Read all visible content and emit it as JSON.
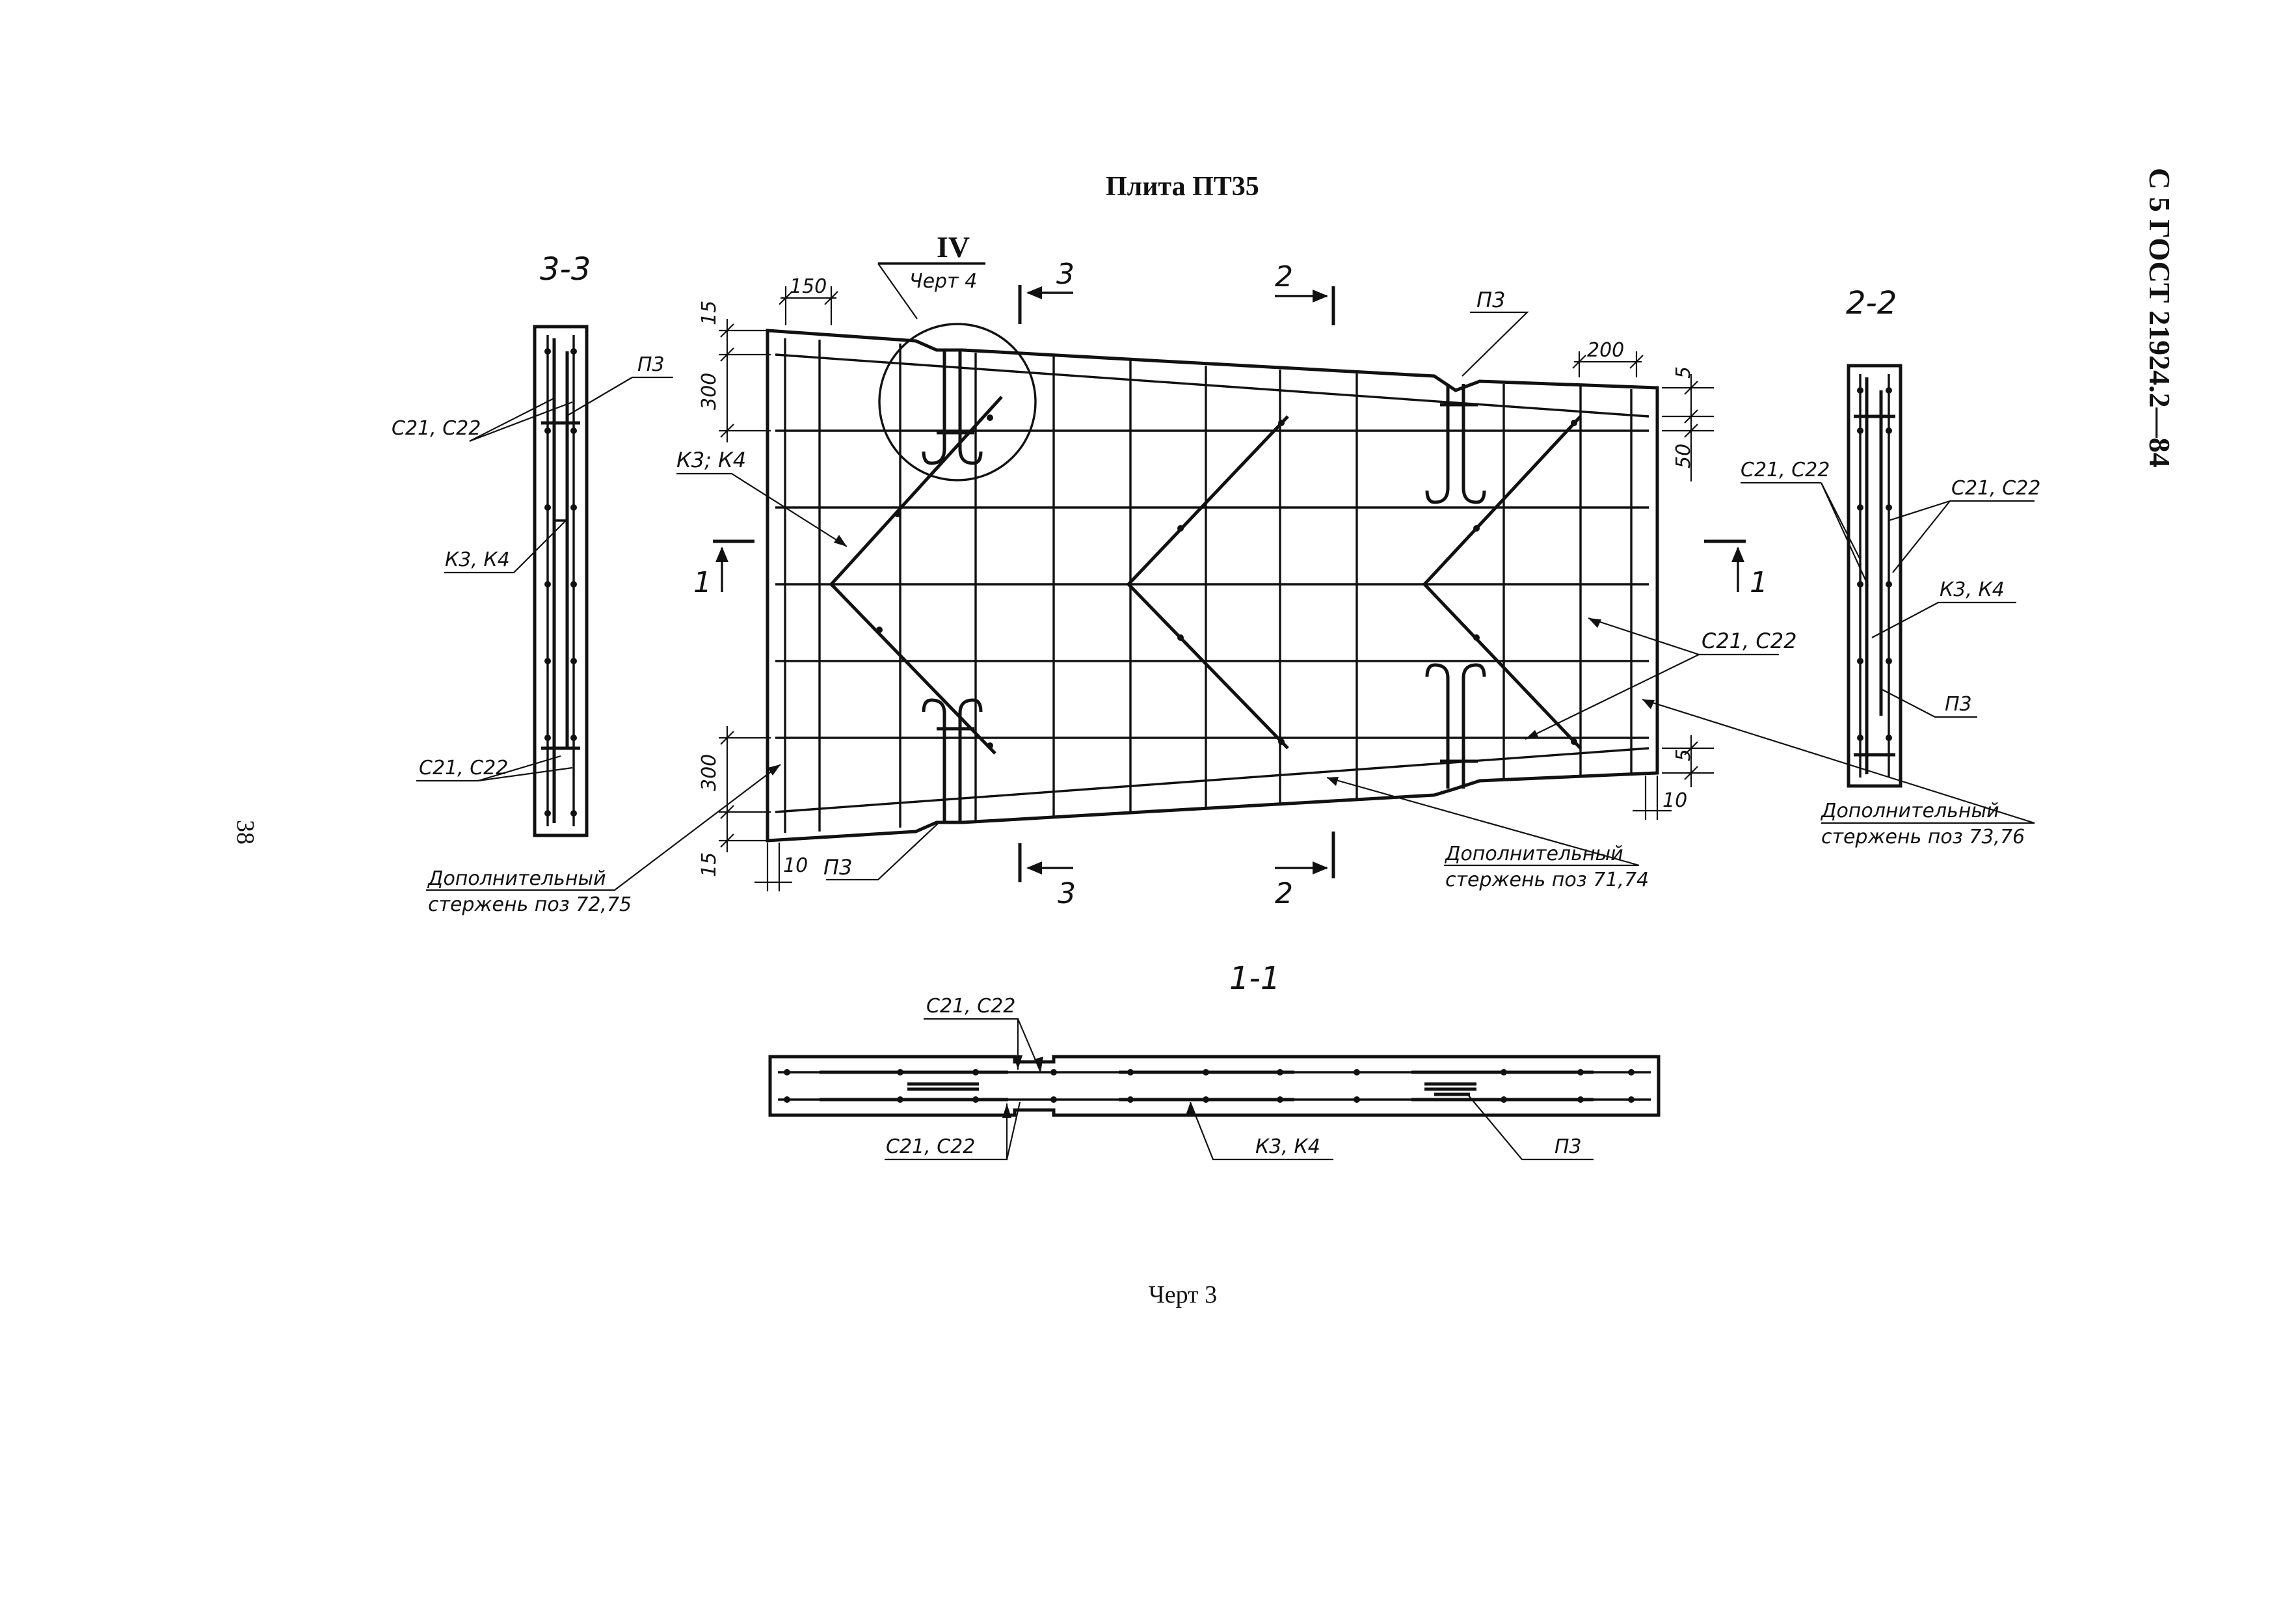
{
  "title": "Плита  ПТ35",
  "side_code": "С 5 ГОСТ 21924.2—84",
  "page_number": "38",
  "caption": "Черт  3",
  "callout": {
    "numeral": "IV",
    "ref": "Черт 4"
  },
  "section_marks": {
    "s3": "3",
    "s2": "2",
    "s1": "1"
  },
  "section_titles": {
    "s33": "3-3",
    "s22": "2-2",
    "s11": "1-1"
  },
  "dimensions": {
    "d150": "150",
    "d200": "200",
    "d15": "15",
    "d300": "300",
    "d5": "5",
    "d50": "50",
    "d10": "10"
  },
  "labels": {
    "p3": "П3",
    "c21c22": "С21, С22",
    "k3k4_semi": "К3; К4",
    "k3k4": "К3, К4",
    "extra_word": "Дополнительный",
    "rod_72_75": "стержень поз 72,75",
    "rod_71_74": "стержень поз 71,74",
    "rod_73_76": "стержень поз 73,76"
  }
}
